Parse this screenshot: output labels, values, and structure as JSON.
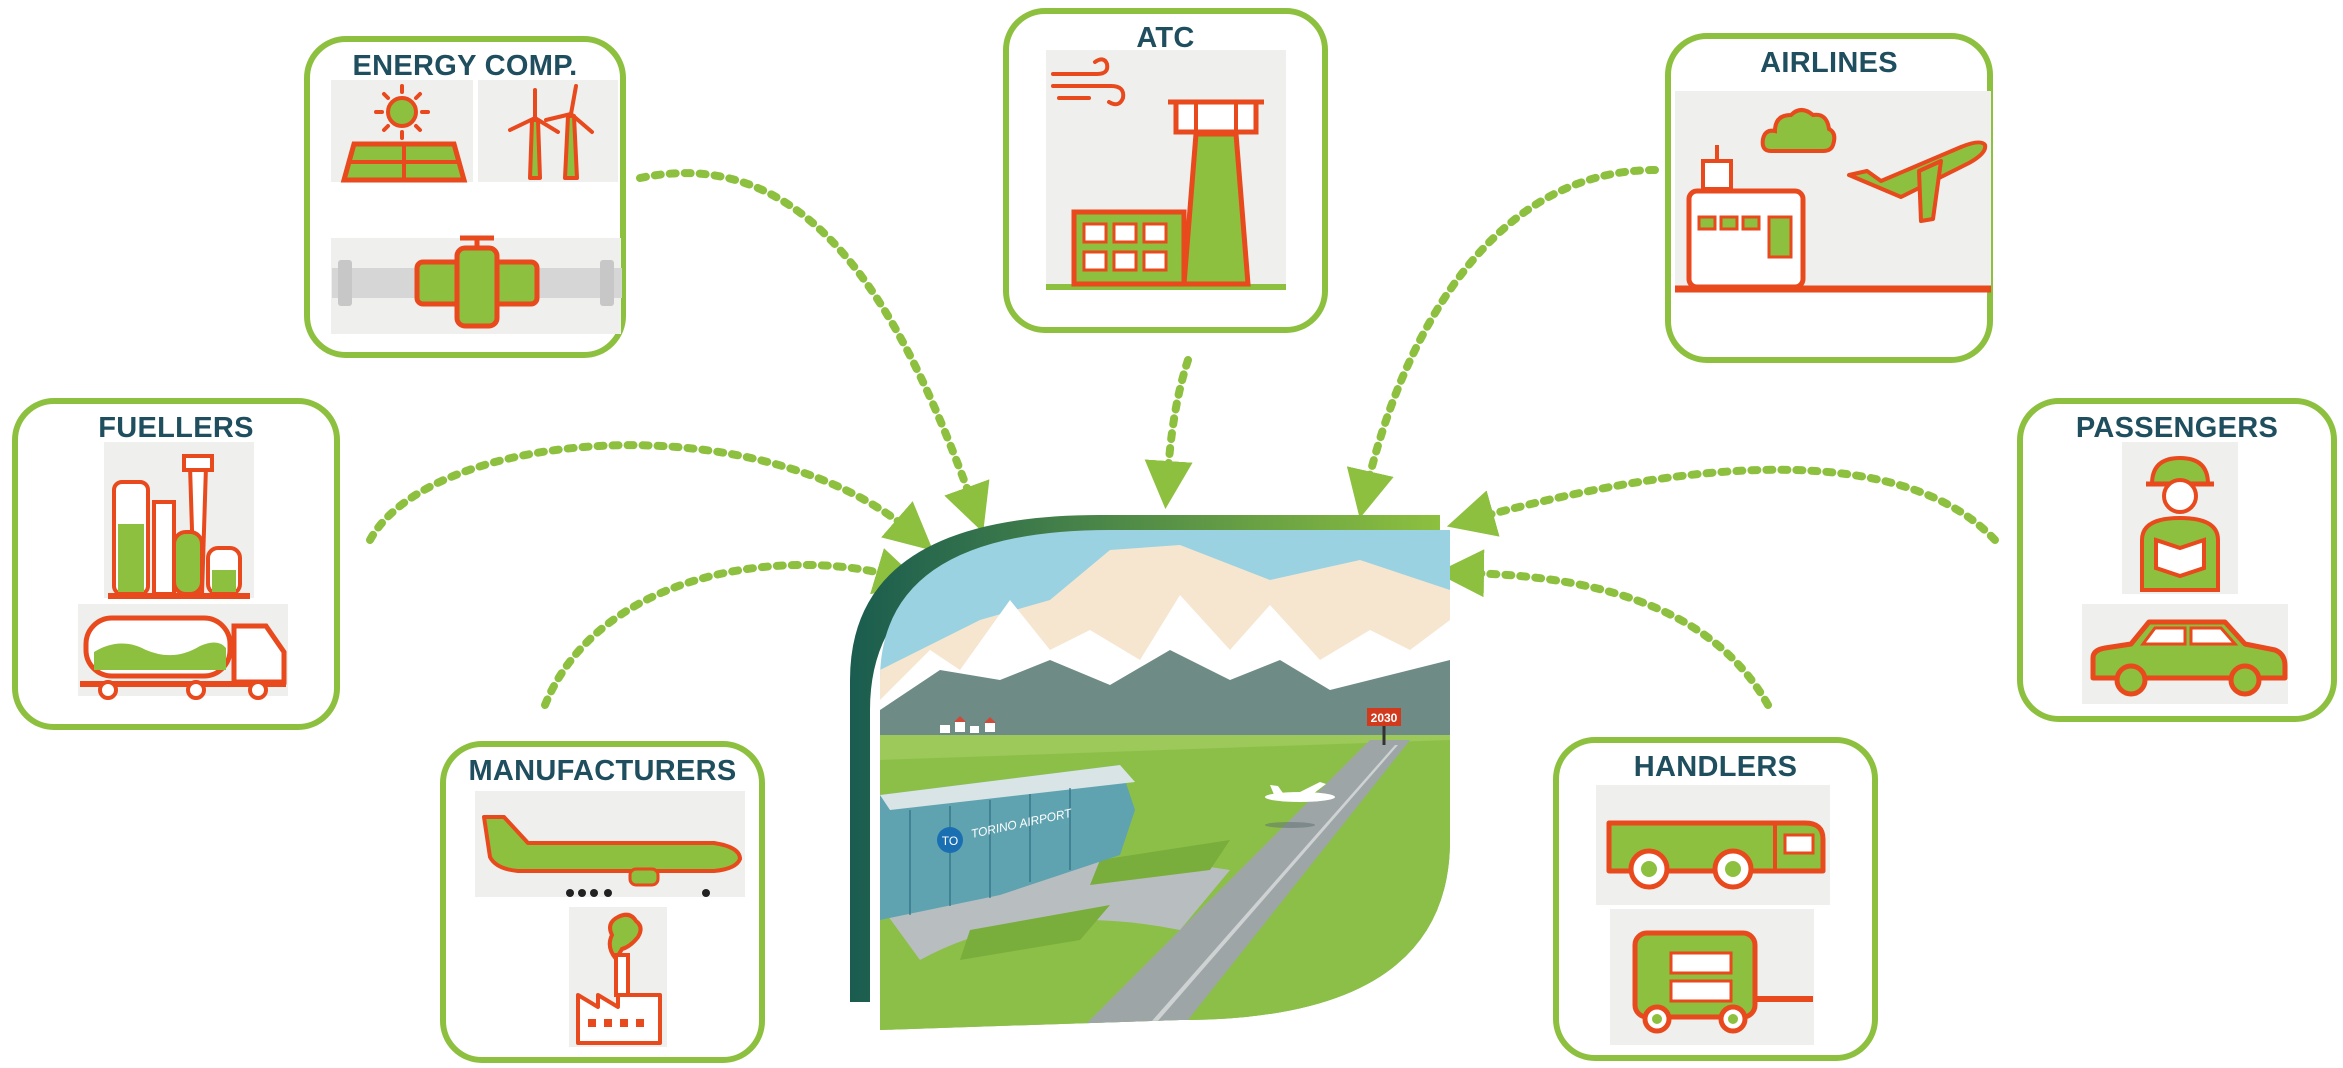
{
  "nodes": {
    "energy": {
      "label": "ENERGY COMP.",
      "icons": [
        "solar-panel-icon",
        "wind-turbine-icon",
        "pipeline-valve-icon"
      ]
    },
    "atc": {
      "label": "ATC",
      "icons": [
        "wind-icon",
        "control-tower-icon"
      ]
    },
    "airlines": {
      "label": "AIRLINES",
      "icons": [
        "terminal-icon",
        "cloud-icon",
        "airplane-takeoff-icon"
      ]
    },
    "fuellers": {
      "label": "FUELLERS",
      "icons": [
        "refinery-icon",
        "fuel-truck-icon"
      ]
    },
    "passengers": {
      "label": "PASSENGERS",
      "icons": [
        "passenger-icon",
        "car-icon"
      ]
    },
    "manufacturers": {
      "label": "MANUFACTURERS",
      "icons": [
        "airplane-icon",
        "factory-icon"
      ]
    },
    "handlers": {
      "label": "HANDLERS",
      "icons": [
        "ground-vehicle-icon",
        "baggage-cart-icon"
      ]
    }
  },
  "center": {
    "terminal_sign": "TORINO AIRPORT",
    "terminal_logo": "TO",
    "runway_sign": "2030"
  },
  "colors": {
    "green": "#8dc03f",
    "orange": "#e8491d",
    "dark_teal": "#1f4e5f",
    "tile": "#efefed"
  }
}
